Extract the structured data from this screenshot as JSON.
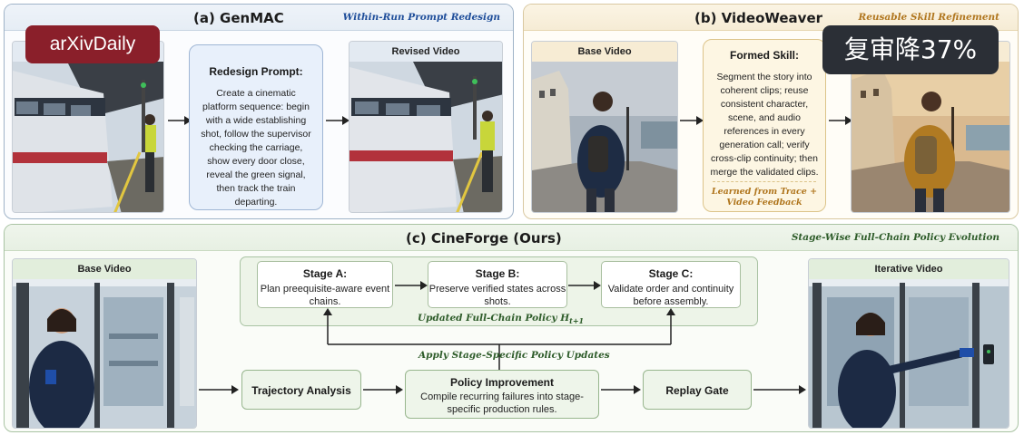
{
  "panel_a": {
    "title": "(a) GenMAC",
    "subtitle": "Within-Run Prompt Redesign",
    "prompt_box": {
      "title": "Redesign Prompt:",
      "body": "Create a cinematic platform sequence: begin with a wide establishing shot, follow the supervisor checking the carriage, show every door close, reveal the green signal, then track the train departing."
    },
    "revised_video_label": "Revised Video"
  },
  "panel_b": {
    "title": "(b) VideoWeaver",
    "subtitle": "Reusable Skill Refinement",
    "base_video_label": "Base Video",
    "skill_box": {
      "title": "Formed Skill:",
      "body": "Segment the story into coherent clips; reuse consistent character, scene, and audio references in every generation call; verify cross-clip continuity; then merge the validated clips.",
      "footer": "Learned from Trace + Video Feedback"
    }
  },
  "panel_c": {
    "title": "(c) CineForge (Ours)",
    "subtitle": "Stage-Wise Full-Chain Policy Evolution",
    "base_video_label": "Base Video",
    "iterative_video_label": "Iterative Video",
    "stages": [
      {
        "title": "Stage A:",
        "desc": "Plan preequisite-aware event chains."
      },
      {
        "title": "Stage B:",
        "desc": "Preserve verified states across shots."
      },
      {
        "title": "Stage C:",
        "desc": "Validate order and continuity before assembly."
      }
    ],
    "policy_label_prefix": "Updated Full-Chain Policy ",
    "policy_symbol": "H",
    "policy_subscript": "t+1",
    "apply_label": "Apply Stage-Specific Policy Updates",
    "trajectory_label": "Trajectory Analysis",
    "policy_improvement": {
      "title": "Policy Improvement",
      "desc": "Compile recurring failures into stage-specific production rules."
    },
    "replay_gate_label": "Replay Gate"
  },
  "overlays": {
    "arxiv_badge": "arXivDaily",
    "cn_badge": "复审降37%"
  },
  "colors": {
    "panel_a_accent": "#1f4e9a",
    "panel_b_accent": "#b0761e",
    "panel_c_accent": "#2e5c2a"
  }
}
